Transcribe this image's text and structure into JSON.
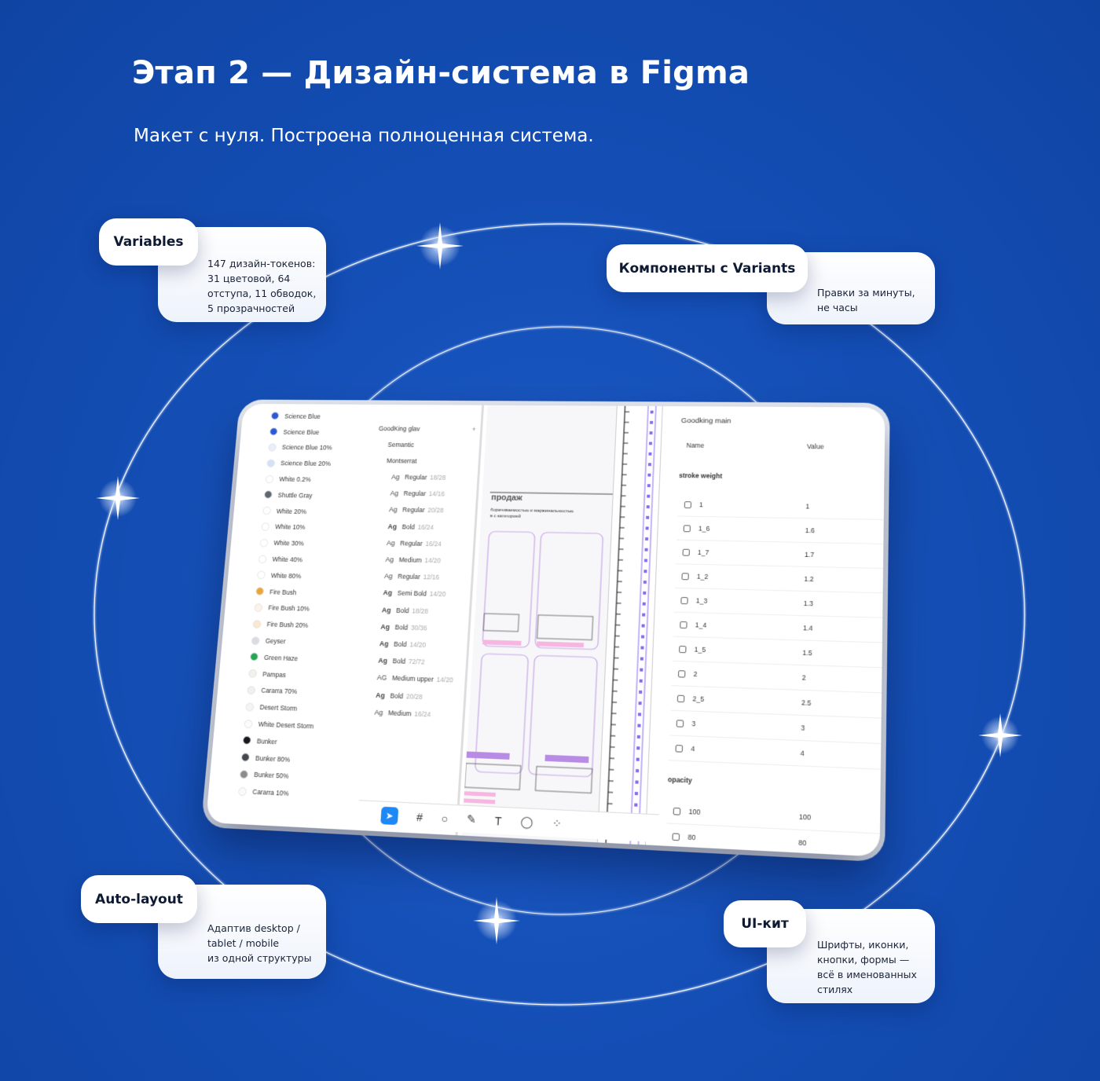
{
  "header": {
    "title": "Этап 2 — Дизайн-система в Figma",
    "subtitle": "Макет с нуля. Построена полноценная система."
  },
  "callouts": {
    "variables": {
      "label": "Variables",
      "text": "147 дизайн-токенов:\n31 цветовой, 64\nотступа, 11 обводок,\n5 прозрачностей"
    },
    "components": {
      "label": "Компоненты с Variants",
      "text": "Правки за минуты,\nне часы"
    },
    "autolayout": {
      "label": "Auto-layout",
      "text": "Адаптив desktop /\ntablet / mobile\nиз одной структуры"
    },
    "uikit": {
      "label": "UI-кит",
      "text": "Шрифты, иконки,\nкнопки, формы —\nвсё в именованных\nстилях"
    }
  },
  "figma": {
    "colors": [
      {
        "name": "Science Blue",
        "color": "#2a5bd7"
      },
      {
        "name": "Science Blue",
        "color": "#2a5bd7"
      },
      {
        "name": "Science Blue 10%",
        "color": "#e8eefc"
      },
      {
        "name": "Science Blue 20%",
        "color": "#d5e0fa"
      },
      {
        "name": "White 0.2%",
        "color": "#ffffff"
      },
      {
        "name": "Shuttle Gray",
        "color": "#5f6670"
      },
      {
        "name": "White 20%",
        "color": "#ffffff"
      },
      {
        "name": "White 10%",
        "color": "#ffffff"
      },
      {
        "name": "White 30%",
        "color": "#ffffff"
      },
      {
        "name": "White 40%",
        "color": "#ffffff"
      },
      {
        "name": "White 80%",
        "color": "#ffffff"
      },
      {
        "name": "Fire Bush",
        "color": "#eba63a"
      },
      {
        "name": "Fire Bush 10%",
        "color": "#fdf3e6"
      },
      {
        "name": "Fire Bush 20%",
        "color": "#fbe8cf"
      },
      {
        "name": "Geyser",
        "color": "#d7dde2"
      },
      {
        "name": "Green Haze",
        "color": "#23a654"
      },
      {
        "name": "Pampas",
        "color": "#f3f1ee"
      },
      {
        "name": "Cararra 70%",
        "color": "#f1f0ec"
      },
      {
        "name": "Desert Storm",
        "color": "#f5f5f3"
      },
      {
        "name": "White Desert Storm",
        "color": "#fbfbfa"
      },
      {
        "name": "Bunker",
        "color": "#15181c"
      },
      {
        "name": "Bunker 80%",
        "color": "#44474b"
      },
      {
        "name": "Bunker 50%",
        "color": "#8a8c8e"
      },
      {
        "name": "Cararra 10%",
        "color": "#fafaf8"
      }
    ],
    "text_styles": {
      "groups": [
        "GoodKing glav",
        "Semantic",
        "Montserrat"
      ],
      "items": [
        {
          "ag": "Ag",
          "weight": "Regular",
          "size": "18/28"
        },
        {
          "ag": "Ag",
          "weight": "Regular",
          "size": "14/16"
        },
        {
          "ag": "Ag",
          "weight": "Regular",
          "size": "20/28"
        },
        {
          "ag": "Ag",
          "weight": "Bold",
          "size": "16/24"
        },
        {
          "ag": "Ag",
          "weight": "Regular",
          "size": "16/24"
        },
        {
          "ag": "Ag",
          "weight": "Medium",
          "size": "14/20"
        },
        {
          "ag": "Ag",
          "weight": "Regular",
          "size": "12/16"
        },
        {
          "ag": "Ag",
          "weight": "Semi Bold",
          "size": "14/20"
        },
        {
          "ag": "Ag",
          "weight": "Bold",
          "size": "18/28"
        },
        {
          "ag": "Ag",
          "weight": "Bold",
          "size": "30/36"
        },
        {
          "ag": "Ag",
          "weight": "Bold",
          "size": "14/20"
        },
        {
          "ag": "Ag",
          "weight": "Bold",
          "size": "72/72"
        },
        {
          "ag": "AG",
          "weight": "Medium upper",
          "size": "14/20"
        },
        {
          "ag": "Ag",
          "weight": "Bold",
          "size": "20/28"
        },
        {
          "ag": "Ag",
          "weight": "Medium",
          "size": "16/24"
        }
      ]
    },
    "canvas": {
      "heading": "продаж",
      "line1": "борачиваемостью и маржинальностью",
      "line2": "в с категорией"
    },
    "variables_panel": {
      "collection": "Goodking main",
      "col_name": "Name",
      "col_value": "Value",
      "section_stroke": "stroke weight",
      "stroke_rows": [
        {
          "name": "1",
          "value": "1"
        },
        {
          "name": "1_6",
          "value": "1.6"
        },
        {
          "name": "1_7",
          "value": "1.7"
        },
        {
          "name": "1_2",
          "value": "1.2"
        },
        {
          "name": "1_3",
          "value": "1.3"
        },
        {
          "name": "1_4",
          "value": "1.4"
        },
        {
          "name": "1_5",
          "value": "1.5"
        },
        {
          "name": "2",
          "value": "2"
        },
        {
          "name": "2_5",
          "value": "2.5"
        },
        {
          "name": "3",
          "value": "3"
        },
        {
          "name": "4",
          "value": "4"
        }
      ],
      "section_opacity": "opacity",
      "opacity_rows": [
        {
          "name": "100",
          "value": "100"
        },
        {
          "name": "80",
          "value": "80"
        }
      ]
    }
  }
}
